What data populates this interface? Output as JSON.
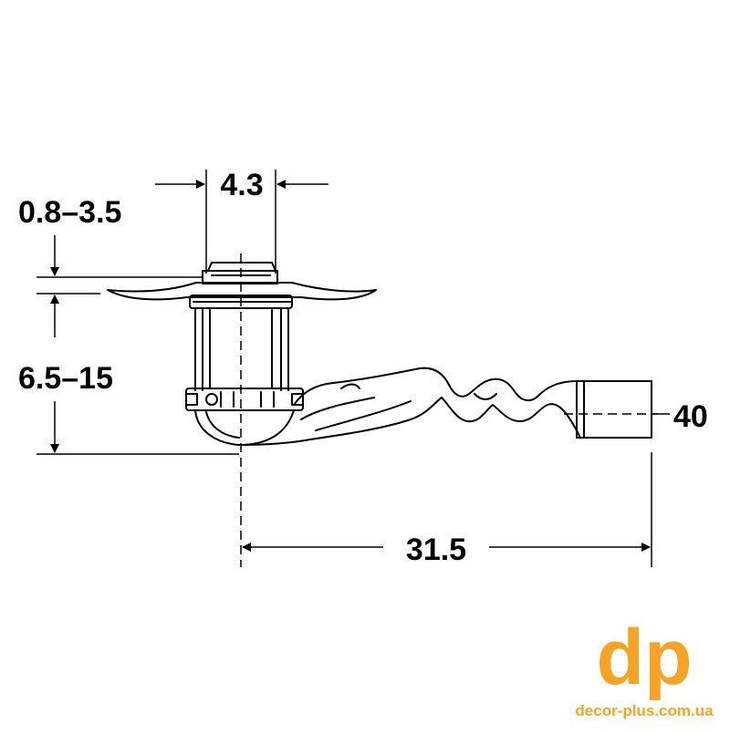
{
  "dimensions": {
    "d_width": "4.3",
    "d_flange": "0.8–3.5",
    "d_height": "6.5–15",
    "d_length": "31.5",
    "d_outlet": "40"
  },
  "logo": {
    "mark": "dp",
    "url": "decor-plus.com.ua"
  },
  "colors": {
    "line": "#000000",
    "brand": "#f7a323"
  }
}
